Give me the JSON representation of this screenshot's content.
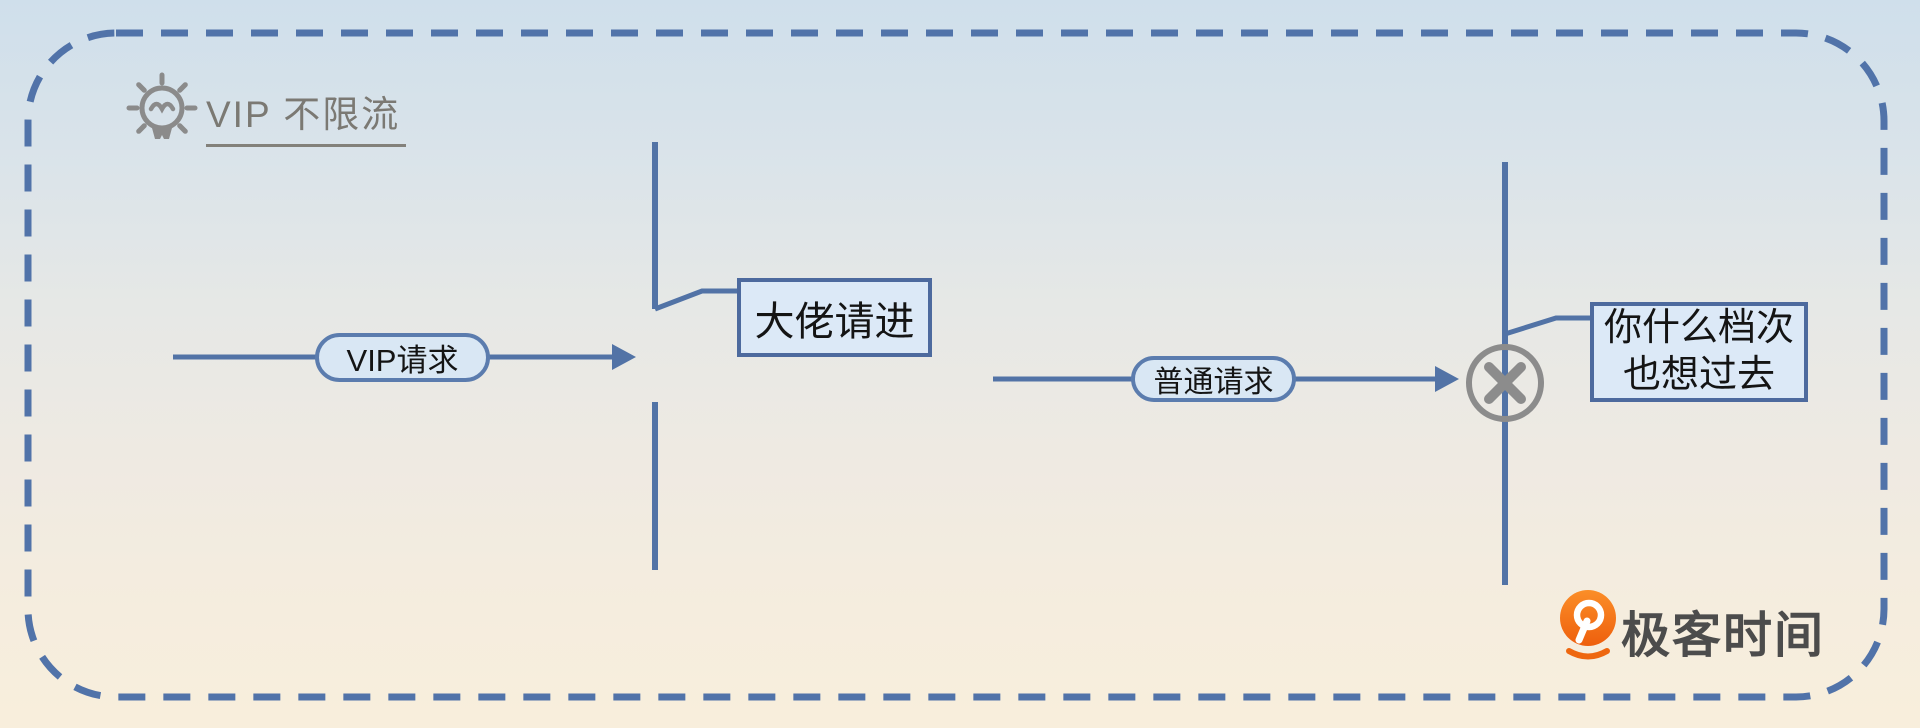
{
  "title": {
    "text": "VIP 不限流",
    "icon": "lightbulb-icon"
  },
  "vip_flow": {
    "pill_label": "VIP请求",
    "note_label": "大佬请进",
    "gate_state": "open"
  },
  "normal_flow": {
    "pill_label": "普通请求",
    "note_line1": "你什么档次",
    "note_line2": "也想过去",
    "gate_state": "blocked",
    "blocked_icon": "x-circle-icon"
  },
  "logo": {
    "icon": "geektime-logo-icon",
    "text": "极客时间"
  },
  "colors": {
    "background_top": "#cfdfeb",
    "background_bottom": "#f8eedc",
    "dashed_border": "#5173a9",
    "flow_stroke": "#5273a6",
    "pill_fill": "#d9e7f4",
    "pill_border": "#5b7cae",
    "note_fill": "#dce9f7",
    "note_border": "#4d6a9e",
    "gray_icon": "#8b8b8b",
    "title_text": "#7b7973",
    "logo_orange": "#f4701a",
    "logo_text": "#4c4c4c"
  }
}
